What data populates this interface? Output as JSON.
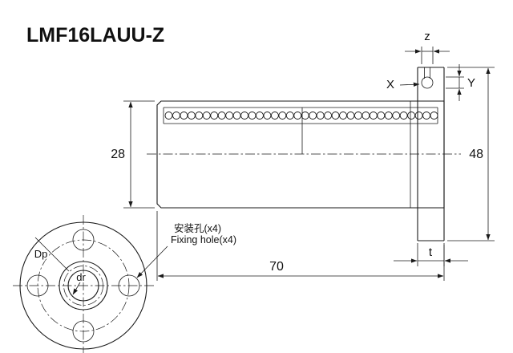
{
  "title": "LMF16LAUU-Z",
  "side_view": {
    "dim_outer_diameter": "28",
    "dim_flange_diameter": "48",
    "dim_length": "70",
    "dim_flange_thickness": "t",
    "dim_groove_width": "z",
    "dim_groove_x": "X",
    "dim_groove_y": "Y"
  },
  "front_view": {
    "label_bolt_circle": "Dp",
    "label_bore": "dr",
    "note_line1": "安装孔(x4)",
    "note_line2": "Fixing hole(x4)"
  },
  "colors": {
    "line": "#1a1a1a",
    "background": "#ffffff"
  },
  "balls": {
    "count": 36
  }
}
